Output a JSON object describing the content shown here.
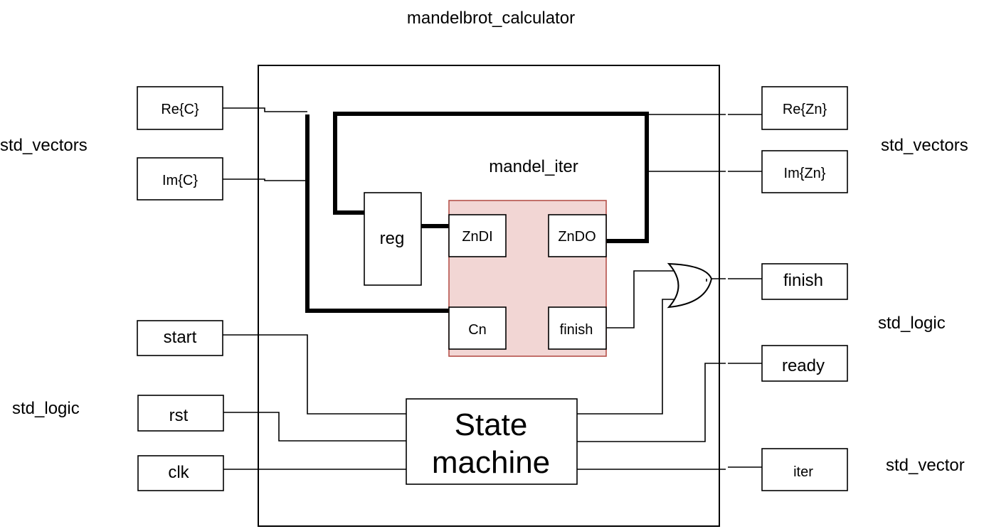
{
  "title": "mandelbrot_calculator",
  "colors": {
    "line": "#000000",
    "background": "#ffffff",
    "iter_block_fill": "#f2d6d4",
    "iter_block_border": "#b5524a"
  },
  "type_labels": {
    "left_vectors": "std_vectors",
    "left_logic": "std_logic",
    "right_vectors": "std_vectors",
    "right_logic": "std_logic",
    "right_vector": "std_vector"
  },
  "inputs": {
    "re_c": "Re{C}",
    "im_c": "Im{C}",
    "start": "start",
    "rst": "rst",
    "clk": "clk"
  },
  "outputs": {
    "re_zn": "Re{Zn}",
    "im_zn": "Im{Zn}",
    "finish": "finish",
    "ready": "ready",
    "iter": "iter"
  },
  "internal": {
    "mandel_iter_label": "mandel_iter",
    "reg": "reg",
    "zndi": "ZnDI",
    "zndo": "ZnDO",
    "cn": "Cn",
    "finish_port": "finish",
    "state_machine_line1": "State",
    "state_machine_line2": "machine"
  },
  "gates": [
    {
      "type": "OR",
      "inputs": [
        "mandel_iter.finish",
        "state_machine"
      ],
      "output": "finish"
    }
  ]
}
